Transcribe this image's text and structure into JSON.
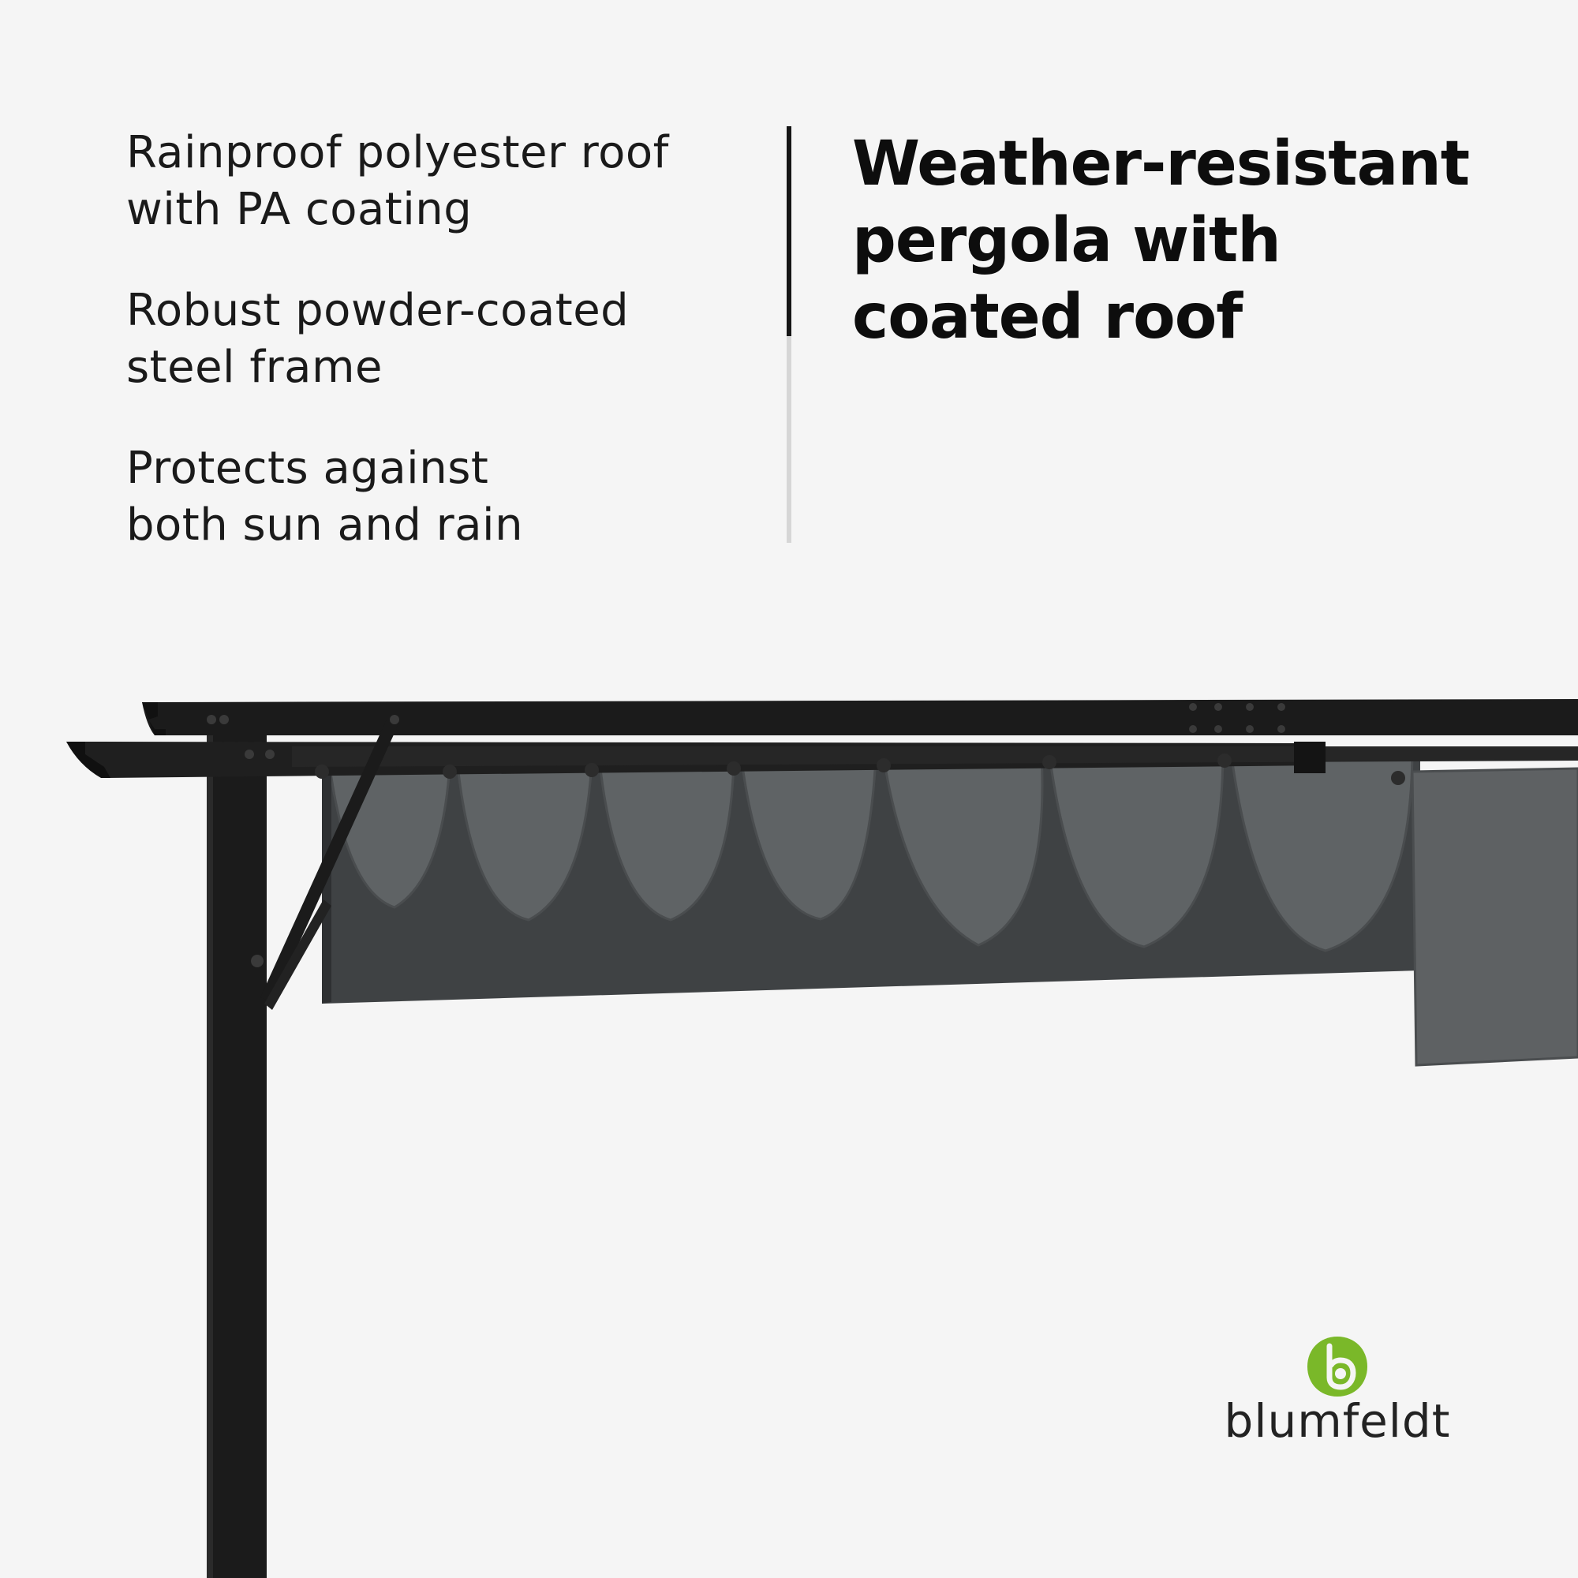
{
  "features": [
    "Rainproof polyester roof\nwith PA coating",
    "Robust powder-coated\nsteel frame",
    "Protects against\nboth sun and rain"
  ],
  "headline": "Weather-resistant\npergola with\ncoated roof",
  "illustration": {
    "subject": "pergola-with-retractable-canopy",
    "frame_color": "#1b1b1b",
    "canopy_color": "#5e6163",
    "canopy_shade_color": "#3d4042"
  },
  "brand": {
    "name": "blumfeldt",
    "logo_color": "#7ab829"
  },
  "colors": {
    "background": "#f5f5f5",
    "text": "#1a1a1a",
    "divider_dark": "#161616",
    "divider_light": "#d6d6d6"
  }
}
